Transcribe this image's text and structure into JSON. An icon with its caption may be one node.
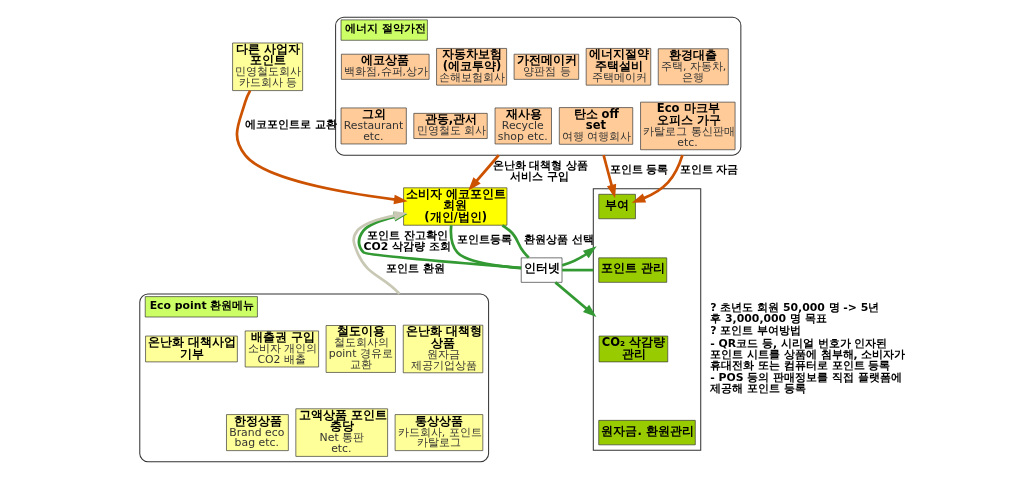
{
  "diagram": {
    "nodes": [
      {
        "text": [
          "다른 사업자 포인트",
          "민영철도회사 카드회사 등"
        ]
      },
      {
        "text": [
          "에너지 절약가전"
        ]
      },
      {
        "text": [
          "가전메이커",
          "양판점 등"
        ],
        "in": 1
      },
      {
        "text": [
          "에너지절약 주택설비",
          "주택메이커"
        ],
        "in": 1
      },
      {
        "text": [
          "환경대출",
          "주택, 자동차, 은행"
        ],
        "in": 1
      },
      {
        "text": [
          "자동차보험 (에코투약)",
          "손해보험회사"
        ],
        "in": 1
      },
      {
        "text": [
          "에코상품",
          "백화점,슈퍼,상가"
        ],
        "in": 1
      },
      {
        "text": [
          "재사용",
          "Recycle shop etc."
        ],
        "in": 1
      },
      {
        "text": [
          "탄소 off set",
          "여행 여행회사"
        ],
        "in": 1
      },
      {
        "text": [
          "Eco 마크부 오피스 가구",
          "카탈로그 통신판매 etc."
        ],
        "in": 1
      },
      {
        "text": [
          "관동,관서",
          "민영철도 회사"
        ],
        "in": 1
      },
      {
        "text": [
          "그외",
          "Restaurant etc."
        ],
        "in": 1
      },
      {
        "text": [
          "소비자 에코포인트 회원 (개인/법인)"
        ]
      },
      {
        "text": [
          "인터넷"
        ]
      },
      {
        "text": [],
        "shape": "box"
      },
      {
        "text": [
          "부여"
        ],
        "in": 14
      },
      {
        "text": [
          "포인트 관리"
        ],
        "in": 14
      },
      {
        "text": [
          "CO₂ 삭감량 관리"
        ],
        "in": 14
      },
      {
        "text": [
          "원자금. 환원관리"
        ],
        "in": 14
      },
      {
        "text": [
          "Eco point 환원메뉴"
        ]
      },
      {
        "text": [
          "온난화 대책형 상품",
          "원자금 제공기업상품"
        ],
        "in": 19
      },
      {
        "text": [
          "철도이용",
          "철도회사의 point 경유로 교환"
        ],
        "in": 19
      },
      {
        "text": [
          "배출권 구입",
          "소비자 개인의 CO2 배출"
        ],
        "in": 19
      },
      {
        "text": [
          "온난화 대책사업 기부"
        ],
        "in": 19
      },
      {
        "text": [
          "통상상품",
          "카드회사, 포인트 카탈로그"
        ],
        "in": 19
      },
      {
        "text": [
          "고액상품 포인트 충당",
          "Net 통판 etc."
        ],
        "in": 19
      },
      {
        "text": [
          "한정상품",
          "Brand eco bag etc."
        ],
        "in": 19
      }
    ],
    "edges": [
      {
        "from": 0,
        "to": 12,
        "arrow": "to",
        "label": "에코포인트로 교환",
        "color": "#cc5200"
      },
      {
        "from": 1,
        "to": 12,
        "arrow": "to",
        "label": "온난화 대책형 상품 서비스 구입",
        "color": "#cc5200"
      },
      {
        "from": 12,
        "to": 13,
        "arrow": "none",
        "label": "포인트등록"
      },
      {
        "from": 13,
        "to": 14,
        "arrow": "to"
      },
      {
        "from": 14,
        "to": 13,
        "arrow": "none"
      },
      {
        "from": 13,
        "to": 12,
        "arrow": "to",
        "label": "포인트 잔고확인 CO2 삭감량 조회"
      },
      {
        "from": 12,
        "to": 13,
        "arrow": "none",
        "label": "환원상품 선택"
      },
      {
        "from": 13,
        "to": 14,
        "arrow": "to"
      },
      {
        "from": 1,
        "to": 15,
        "arrow": "to",
        "label": "포인트 등록",
        "color": "#cc5200"
      },
      {
        "from": 1,
        "to": 15,
        "arrow": "to",
        "label": "포인트 자금",
        "color": "#cc5200"
      },
      {
        "from": 19,
        "to": 12,
        "arrow": "to",
        "label": "포인트 환원",
        "color": "#c8c8b4"
      }
    ],
    "labels": [
      "? 초년도 회원 50,000 명 -> 5년 후 3,000,000 명 목표",
      "? 포인트 부여방법",
      "- QR코드 등, 시리얼 번호가 인자된 포인트 시트를 상품에 첨부해, 소비자가 휴대전화 또는 컴퓨터로 포인트 등록",
      "- POS 등의 판매정보를 직접 플랫폼에 제공해 포인트 등록"
    ]
  }
}
